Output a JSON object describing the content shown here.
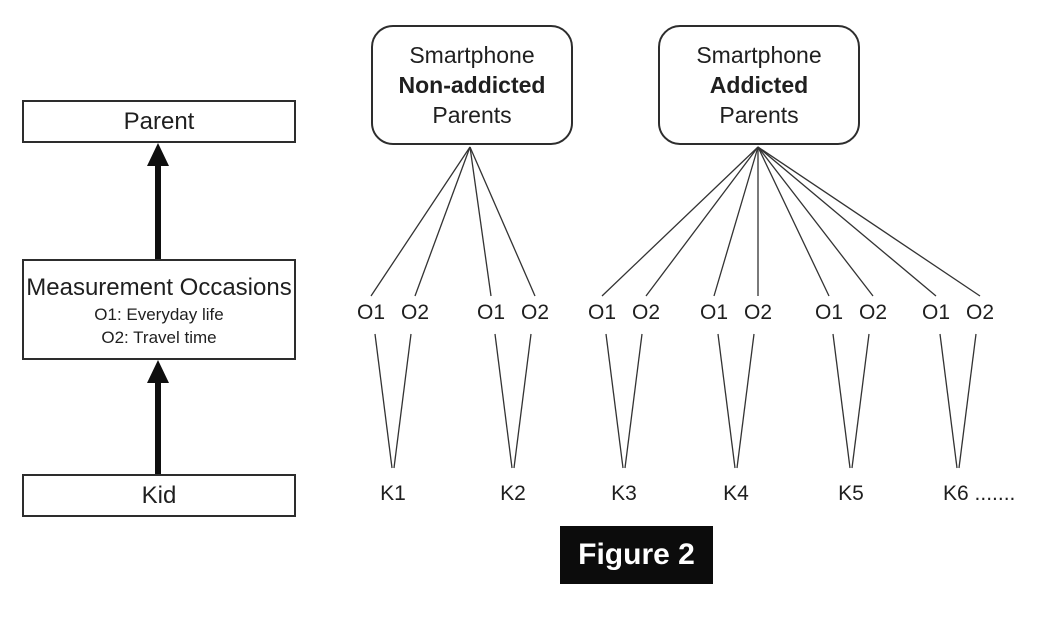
{
  "caption": "Figure 2",
  "left_panel": {
    "parent": "Parent",
    "measurement": {
      "title": "Measurement Occasions",
      "o1": "O1: Everyday life",
      "o2": "O2: Travel time"
    },
    "kid": "Kid"
  },
  "parent_groups": [
    {
      "top": "Smartphone",
      "middle": "Non-addicted",
      "bottom": "Parents"
    },
    {
      "top": "Smartphone",
      "middle": "Addicted",
      "bottom": "Parents"
    }
  ],
  "occasion_labels": [
    "O1",
    "O2",
    "O1",
    "O2",
    "O1",
    "O2",
    "O1",
    "O2",
    "O1",
    "O2",
    "O1",
    "O2"
  ],
  "kid_labels": [
    "K1",
    "K2",
    "K3",
    "K4",
    "K5",
    "K6 ......."
  ],
  "colors": {
    "line": "#333333",
    "arrow": "#0f0f0f",
    "box_border": "#2d2d2d",
    "caption_bg": "#0c0c0c",
    "caption_text": "#ffffff",
    "background": "#ffffff"
  }
}
